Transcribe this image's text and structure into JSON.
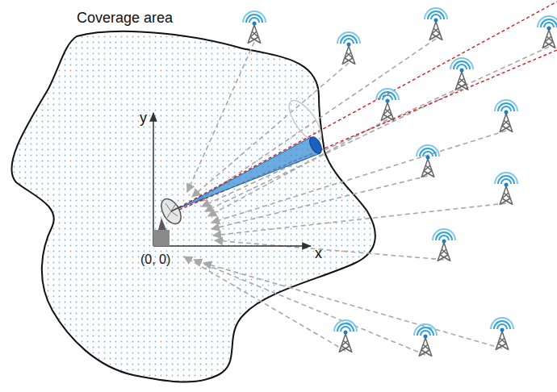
{
  "diagram": {
    "labels": [
      "Coverage area",
      "y",
      "x",
      "(0, 0)"
    ]
  }
}
